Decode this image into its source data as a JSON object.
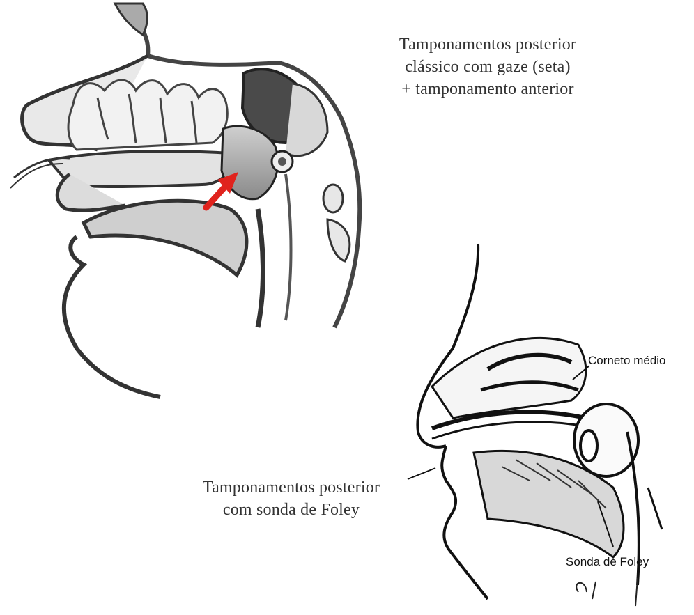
{
  "captions": {
    "top_right": [
      "Tamponamentos  posterior",
      "clássico com gaze (seta)",
      "+ tamponamento  anterior"
    ],
    "bottom_left": [
      "Tamponamentos  posterior",
      "com sonda de Foley"
    ]
  },
  "labels": {
    "corneto": "Corneto médio",
    "sonda": "Sonda de Foley"
  },
  "colors": {
    "arrow": "#e0231d",
    "ink": "#222222"
  }
}
